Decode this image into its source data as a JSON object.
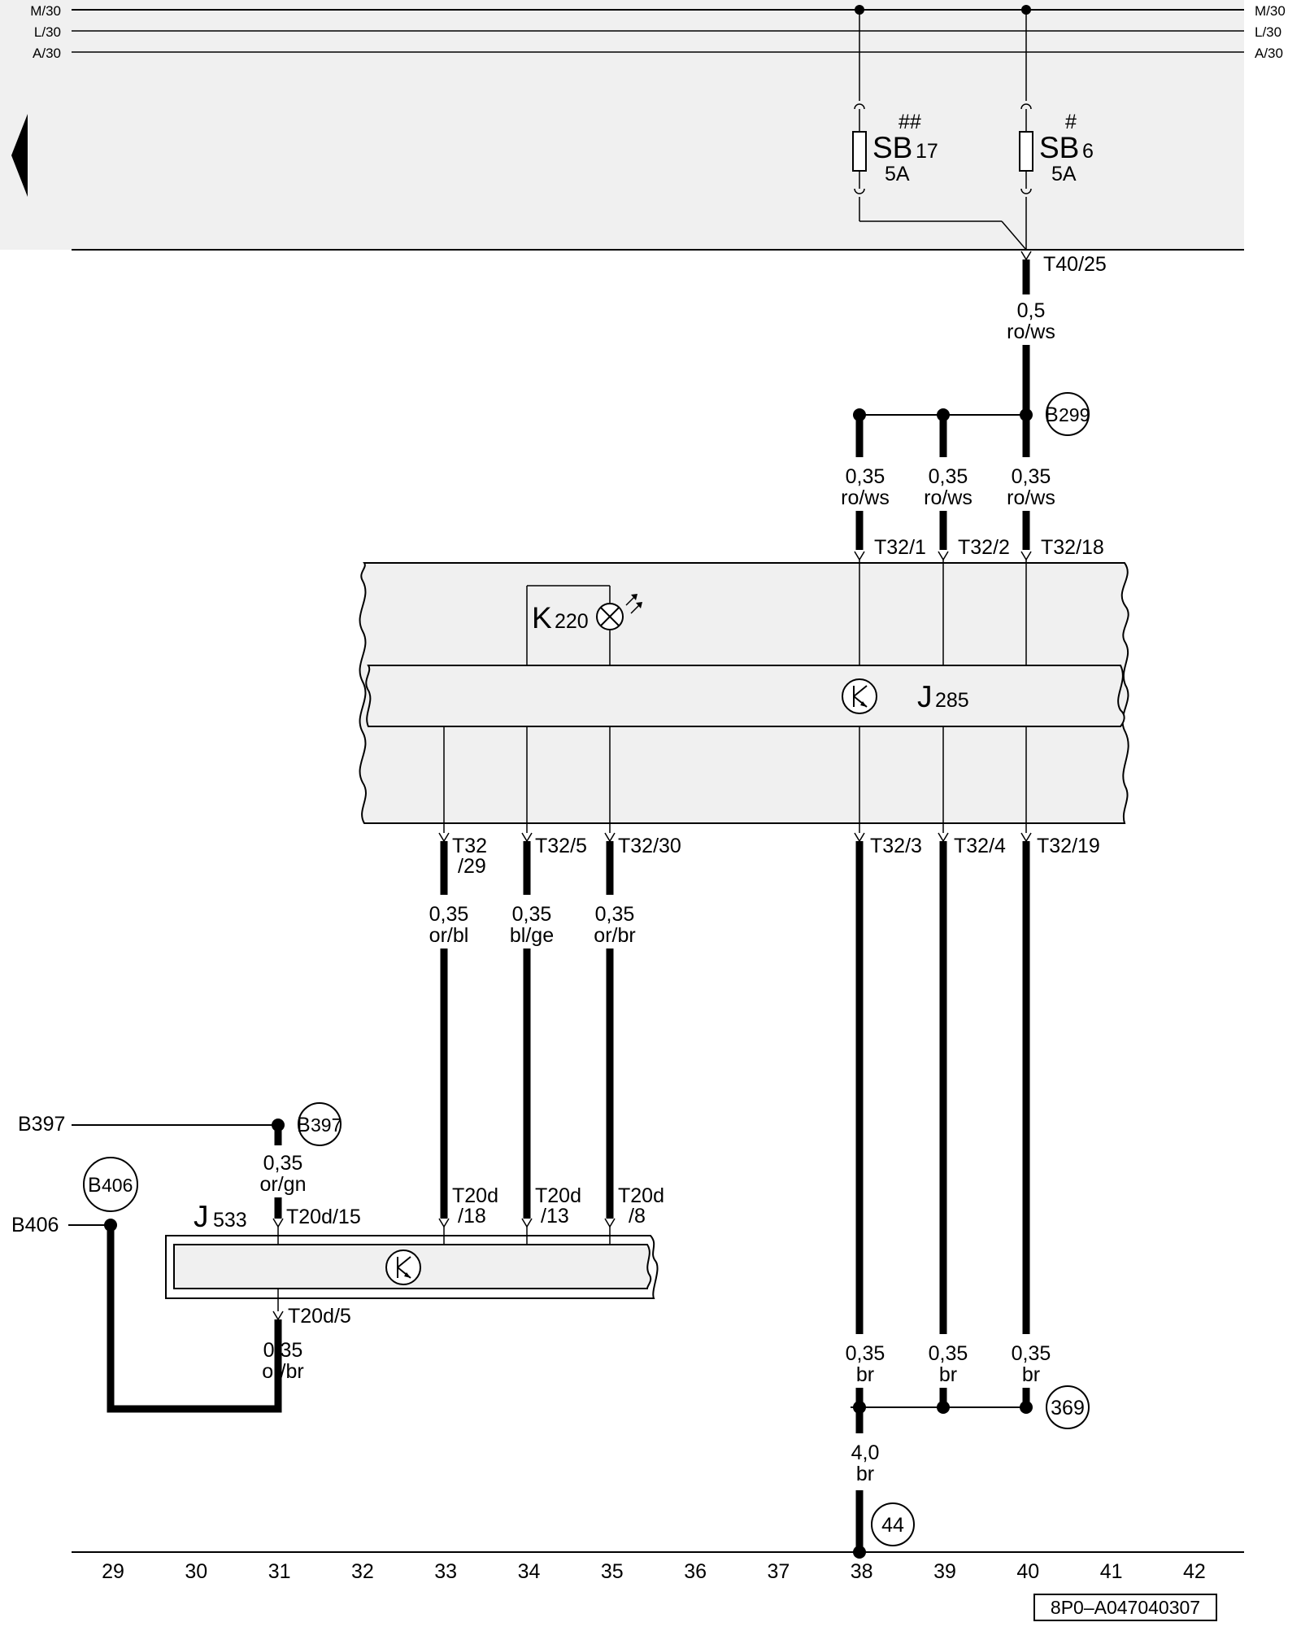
{
  "rails": {
    "m30": "M/30",
    "l30": "L/30",
    "a30": "A/30"
  },
  "fuses": [
    {
      "id": "SB",
      "num": "17",
      "rating": "5A",
      "mark": "##"
    },
    {
      "id": "SB",
      "num": "6",
      "rating": "5A",
      "mark": "#"
    }
  ],
  "connectors": {
    "t40_25": "T40/25",
    "t32_1": "T32/1",
    "t32_2": "T32/2",
    "t32_18": "T32/18",
    "t32_29_a": "T32",
    "t32_29_b": "/29",
    "t32_5": "T32/5",
    "t32_30": "T32/30",
    "t32_3": "T32/3",
    "t32_4": "T32/4",
    "t32_19": "T32/19",
    "t20d_18_a": "T20d",
    "t20d_18_b": "/18",
    "t20d_13_a": "T20d",
    "t20d_13_b": "/13",
    "t20d_8_a": "T20d",
    "t20d_8_b": "/8",
    "t20d_15": "T20d/15",
    "t20d_5": "T20d/5"
  },
  "wires": {
    "w_main_size": "0,5",
    "w_main_color": "ro/ws",
    "w_38_top_size": "0,35",
    "w_38_top_color": "ro/ws",
    "w_39_top_size": "0,35",
    "w_39_top_color": "ro/ws",
    "w_40_top_size": "0,35",
    "w_40_top_color": "ro/ws",
    "w_33_size": "0,35",
    "w_33_color": "or/bl",
    "w_34_size": "0,35",
    "w_34_color": "bl/ge",
    "w_35_size": "0,35",
    "w_35_color": "or/br",
    "w_38_bot_size": "0,35",
    "w_38_bot_color": "br",
    "w_39_bot_size": "0,35",
    "w_39_bot_color": "br",
    "w_40_bot_size": "0,35",
    "w_40_bot_color": "br",
    "w_ground_size": "4,0",
    "w_ground_color": "br",
    "w_31_top_size": "0,35",
    "w_31_top_color": "or/gn",
    "w_31_bot_size": "0,35",
    "w_31_bot_color": "or/br"
  },
  "components": {
    "k220_letter": "K",
    "k220_num": "220",
    "j285_letter": "J",
    "j285_num": "285",
    "j533_letter": "J",
    "j533_num": "533"
  },
  "nodes": {
    "b299_letter": "B",
    "b299_num": "299",
    "b397_letter": "B",
    "b397_num": "397",
    "b406_letter": "B",
    "b406_num": "406",
    "n369": "369",
    "n44": "44"
  },
  "side_labels": {
    "b397": "B397",
    "b406": "B406"
  },
  "columns": [
    "29",
    "30",
    "31",
    "32",
    "33",
    "34",
    "35",
    "36",
    "37",
    "38",
    "39",
    "40",
    "41",
    "42"
  ],
  "figure_code": "8P0–A047040307"
}
